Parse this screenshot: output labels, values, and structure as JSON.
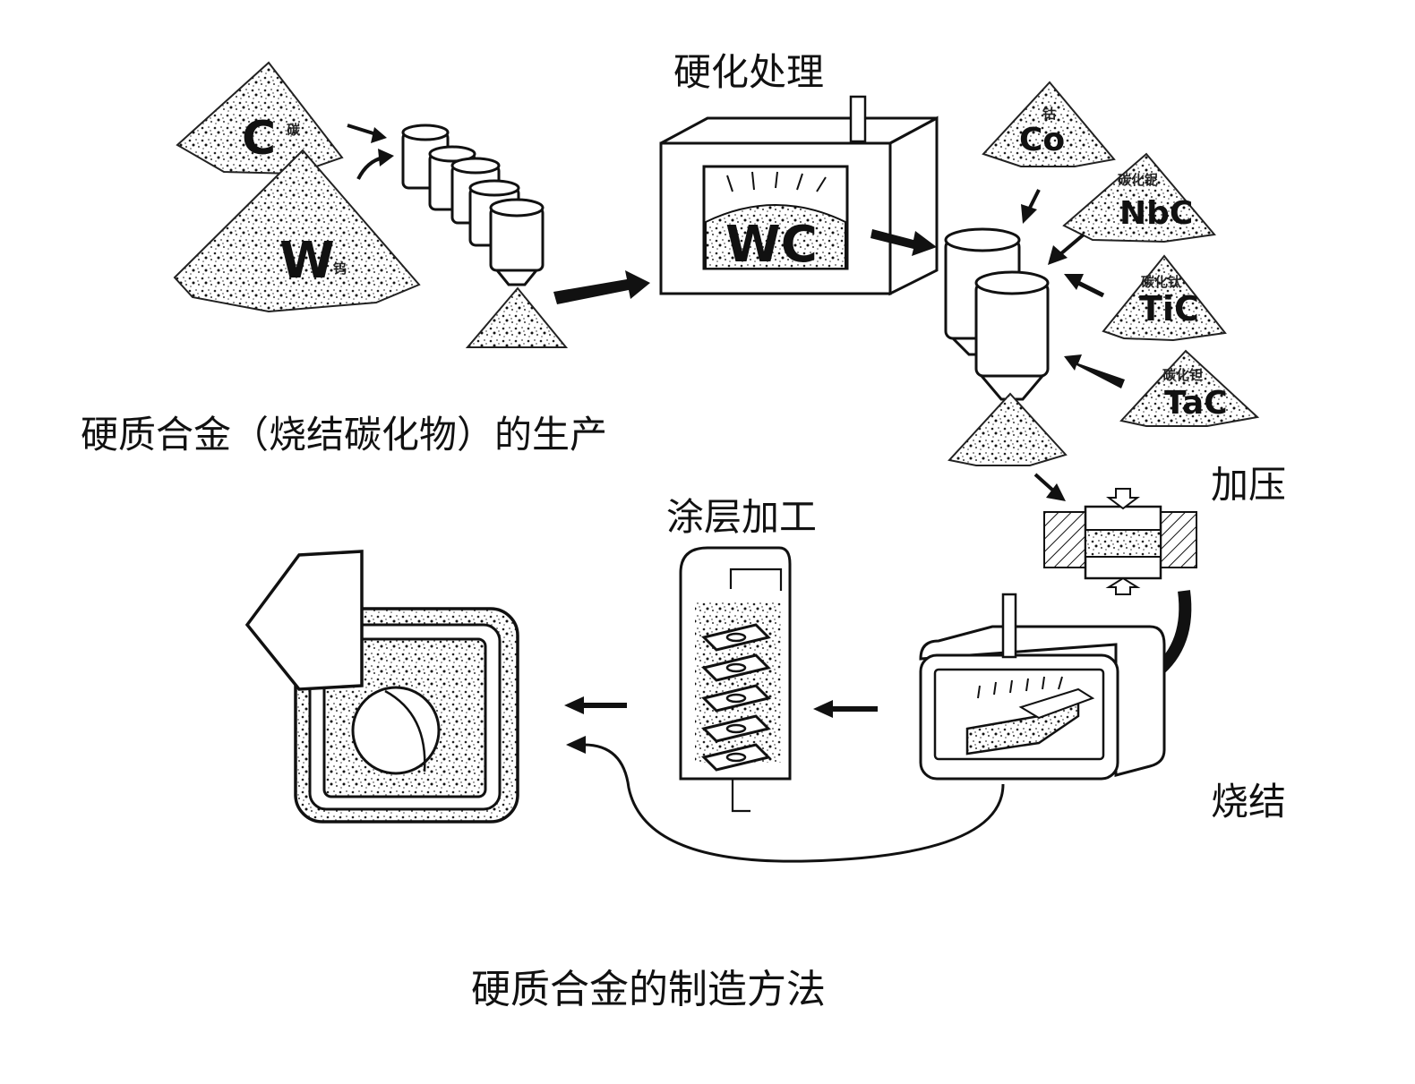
{
  "labels": {
    "heading_hardening": "硬化处理",
    "heading_production": "硬质合金（烧结碳化物）的生产",
    "heading_coating": "涂层加工",
    "heading_pressing": "加压",
    "heading_sintering": "烧结",
    "caption": "硬质合金的制造方法"
  },
  "materials": {
    "carbon": {
      "symbol": "C",
      "name": "碳"
    },
    "tungsten": {
      "symbol": "W",
      "name": "钨"
    },
    "tungsten_carbide": {
      "symbol": "WC"
    },
    "cobalt": {
      "symbol": "Co",
      "name": "钴"
    },
    "niobium_carbide": {
      "symbol": "NbC",
      "name": "碳化铌"
    },
    "titanium_carbide": {
      "symbol": "TiC",
      "name": "碳化钛"
    },
    "tantalum_carbide": {
      "symbol": "TaC",
      "name": "碳化钽"
    }
  },
  "colors": {
    "ink": "#111111",
    "paper": "#ffffff"
  }
}
